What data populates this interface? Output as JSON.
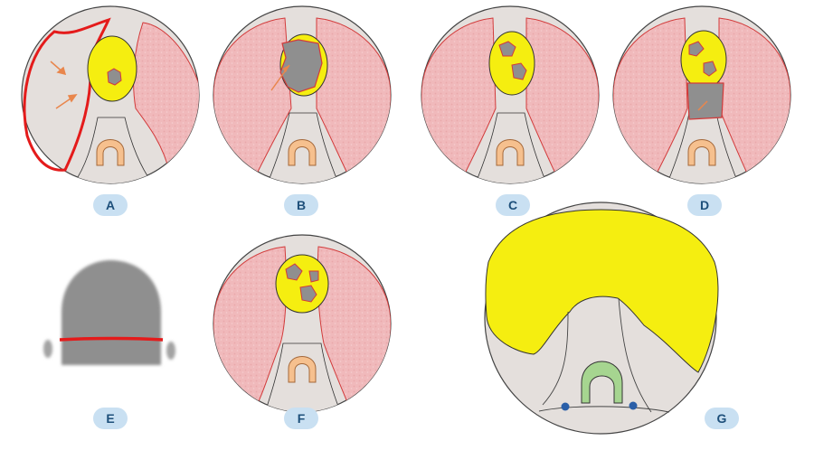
{
  "figure": {
    "panels": [
      {
        "id": "A",
        "label": "A"
      },
      {
        "id": "B",
        "label": "B"
      },
      {
        "id": "C",
        "label": "C"
      },
      {
        "id": "D",
        "label": "D"
      },
      {
        "id": "E",
        "label": "E"
      },
      {
        "id": "F",
        "label": "F"
      },
      {
        "id": "G",
        "label": "G"
      }
    ],
    "colors": {
      "background": "#ffffff",
      "circle_fill": "#e4dfdc",
      "circle_stroke": "#444444",
      "muscle": "#f0b9bb",
      "muscle_outline": "#d23a3a",
      "tumor": "#f5ee10",
      "lesion": "#8f8f8f",
      "cartilage": "#f6c08e",
      "cartilage_outline": "#a4683a",
      "incision": "#e41b1b",
      "arrow": "#e9864c",
      "green_structure": "#a6d590",
      "blue_dot": "#2a5fa8",
      "label_bg": "#c9e0f2",
      "label_text": "#1d4f7a"
    }
  }
}
